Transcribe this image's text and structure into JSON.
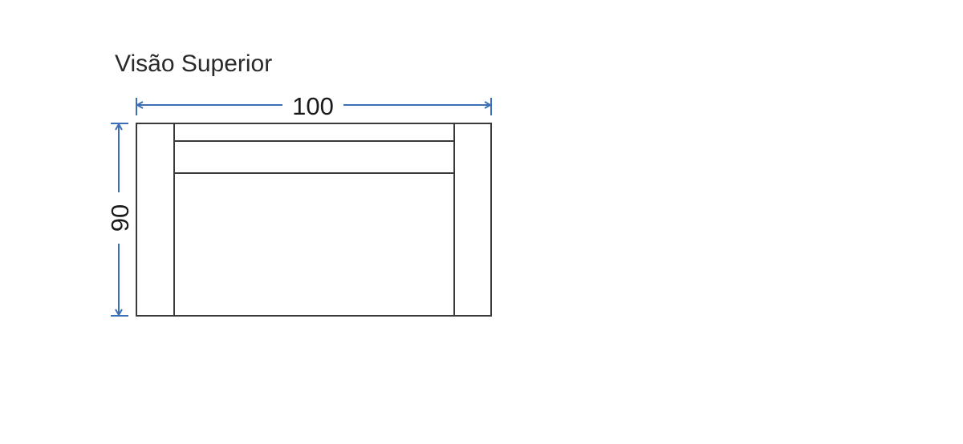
{
  "diagram": {
    "title": "Visão Superior",
    "width_label": "100",
    "depth_label": "90",
    "colors": {
      "outline": "#3a3a3a",
      "dimension_line": "#3d6fb5",
      "background": "#ffffff"
    }
  }
}
